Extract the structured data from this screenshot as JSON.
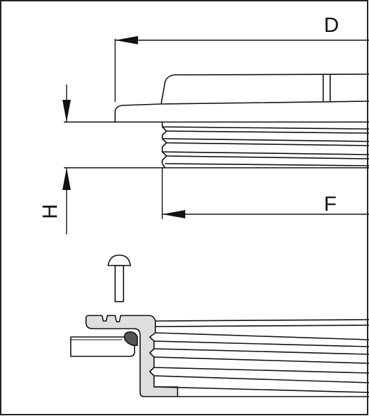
{
  "labels": {
    "d": "D",
    "f": "F",
    "h": "H"
  },
  "colors": {
    "line": "#111111",
    "part_fill": "#ffffff",
    "seal_fill": "#dedede",
    "gasket_fill": "#555555",
    "frame": "#222222"
  }
}
